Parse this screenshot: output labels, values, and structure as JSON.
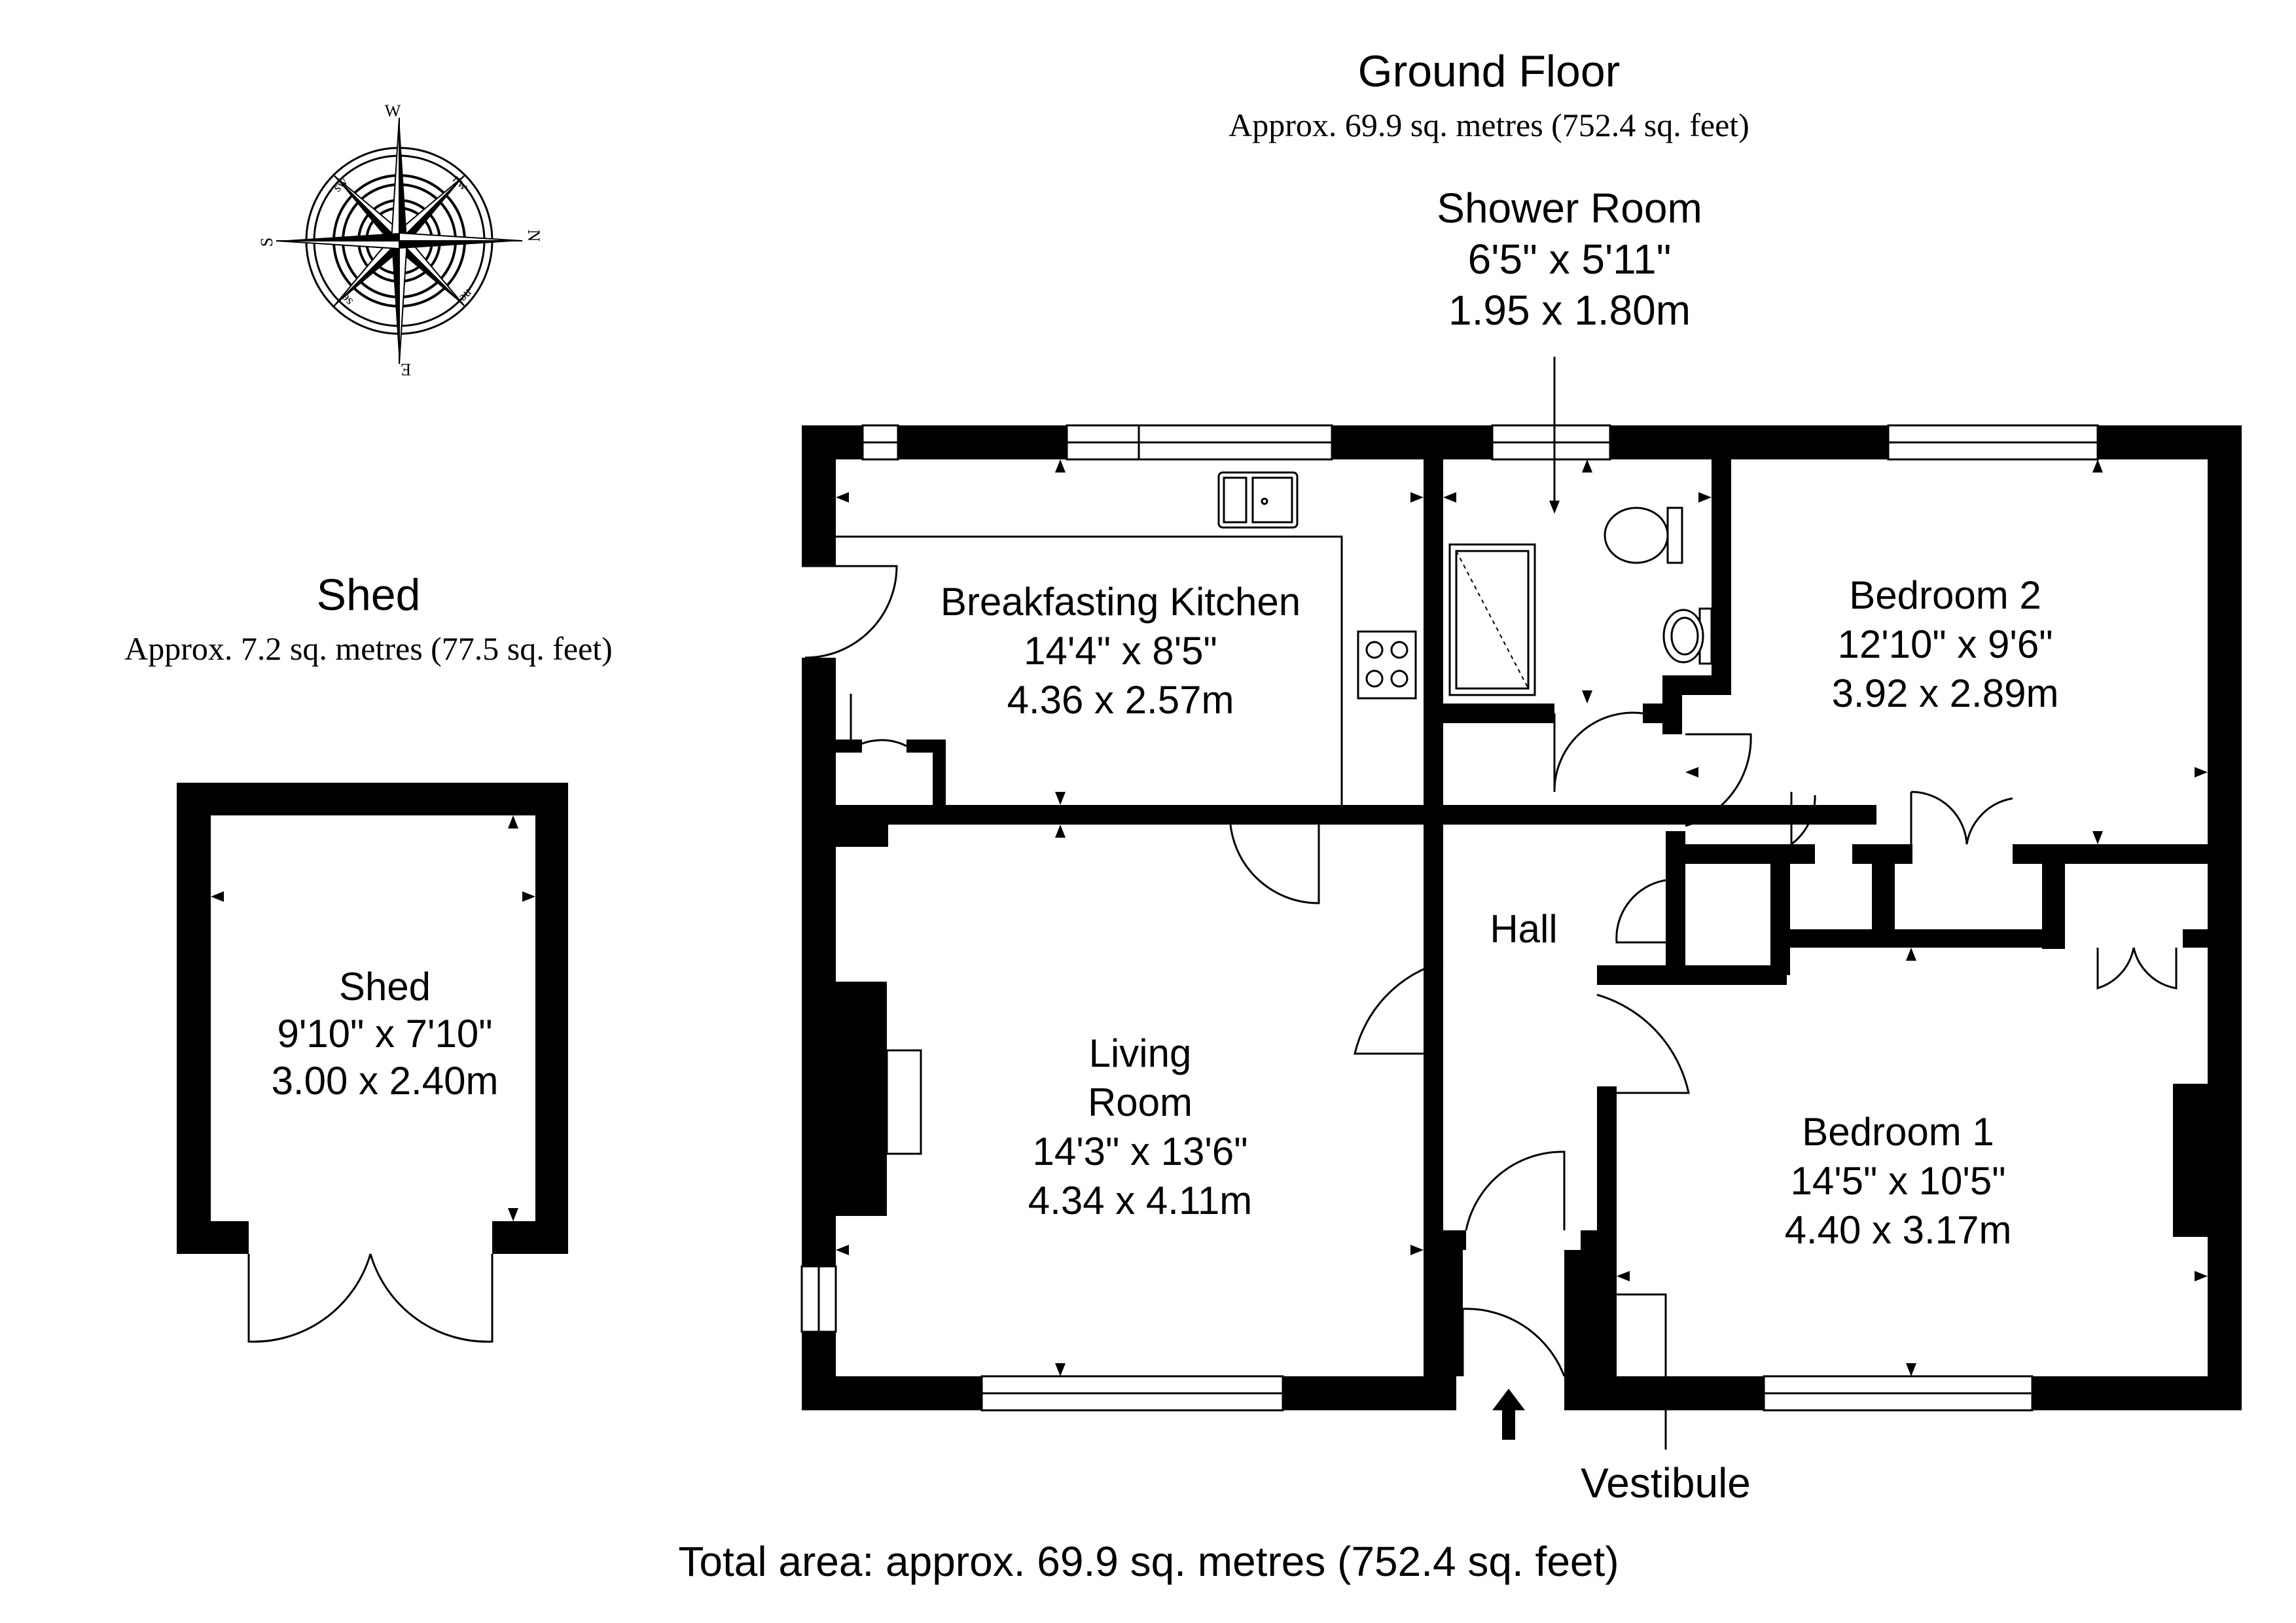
{
  "ground_floor": {
    "title": "Ground Floor",
    "area": "Approx. 69.9 sq. metres (752.4 sq. feet)"
  },
  "shed_block": {
    "title": "Shed",
    "area": "Approx. 7.2 sq. metres (77.5 sq. feet)"
  },
  "compass": {
    "N": "N",
    "S": "S",
    "E": "E",
    "W": "W",
    "ne": "ne",
    "nw": "nw",
    "se": "se",
    "sw": "sw"
  },
  "rooms": {
    "shower_room": {
      "name": "Shower Room",
      "imperial": "6'5\" x 5'11\"",
      "metric": "1.95 x 1.80m"
    },
    "kitchen": {
      "name": "Breakfasting Kitchen",
      "imperial": "14'4\" x 8'5\"",
      "metric": "4.36 x 2.57m"
    },
    "bedroom2": {
      "name": "Bedroom 2",
      "imperial": "12'10\" x 9'6\"",
      "metric": "3.92 x 2.89m"
    },
    "hall": {
      "name": "Hall"
    },
    "living": {
      "name_line1": "Living",
      "name_line2": "Room",
      "imperial": "14'3\" x 13'6\"",
      "metric": "4.34 x 4.11m"
    },
    "bedroom1": {
      "name": "Bedroom 1",
      "imperial": "14'5\" x 10'5\"",
      "metric": "4.40 x 3.17m"
    },
    "shed": {
      "name": "Shed",
      "imperial": "9'10\" x 7'10\"",
      "metric": "3.00 x 2.40m"
    },
    "vestibule": {
      "name": "Vestibule"
    }
  },
  "total_area": "Total area: approx. 69.9 sq. metres (752.4 sq. feet)"
}
